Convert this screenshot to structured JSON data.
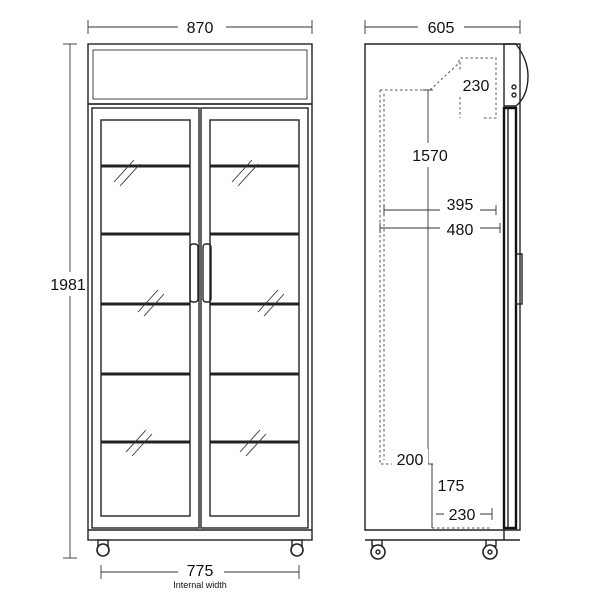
{
  "front_view": {
    "overall_width": "870",
    "height": "1981",
    "internal_width": "775",
    "internal_width_caption": "Internal width"
  },
  "side_view": {
    "depth": "605",
    "canopy_depth": "230",
    "internal_height": "1570",
    "shelf_depth_upper": "395",
    "shelf_depth_lower": "480",
    "bottom_offset": "200",
    "bottom_step_height": "175",
    "bottom_step_depth": "230"
  }
}
